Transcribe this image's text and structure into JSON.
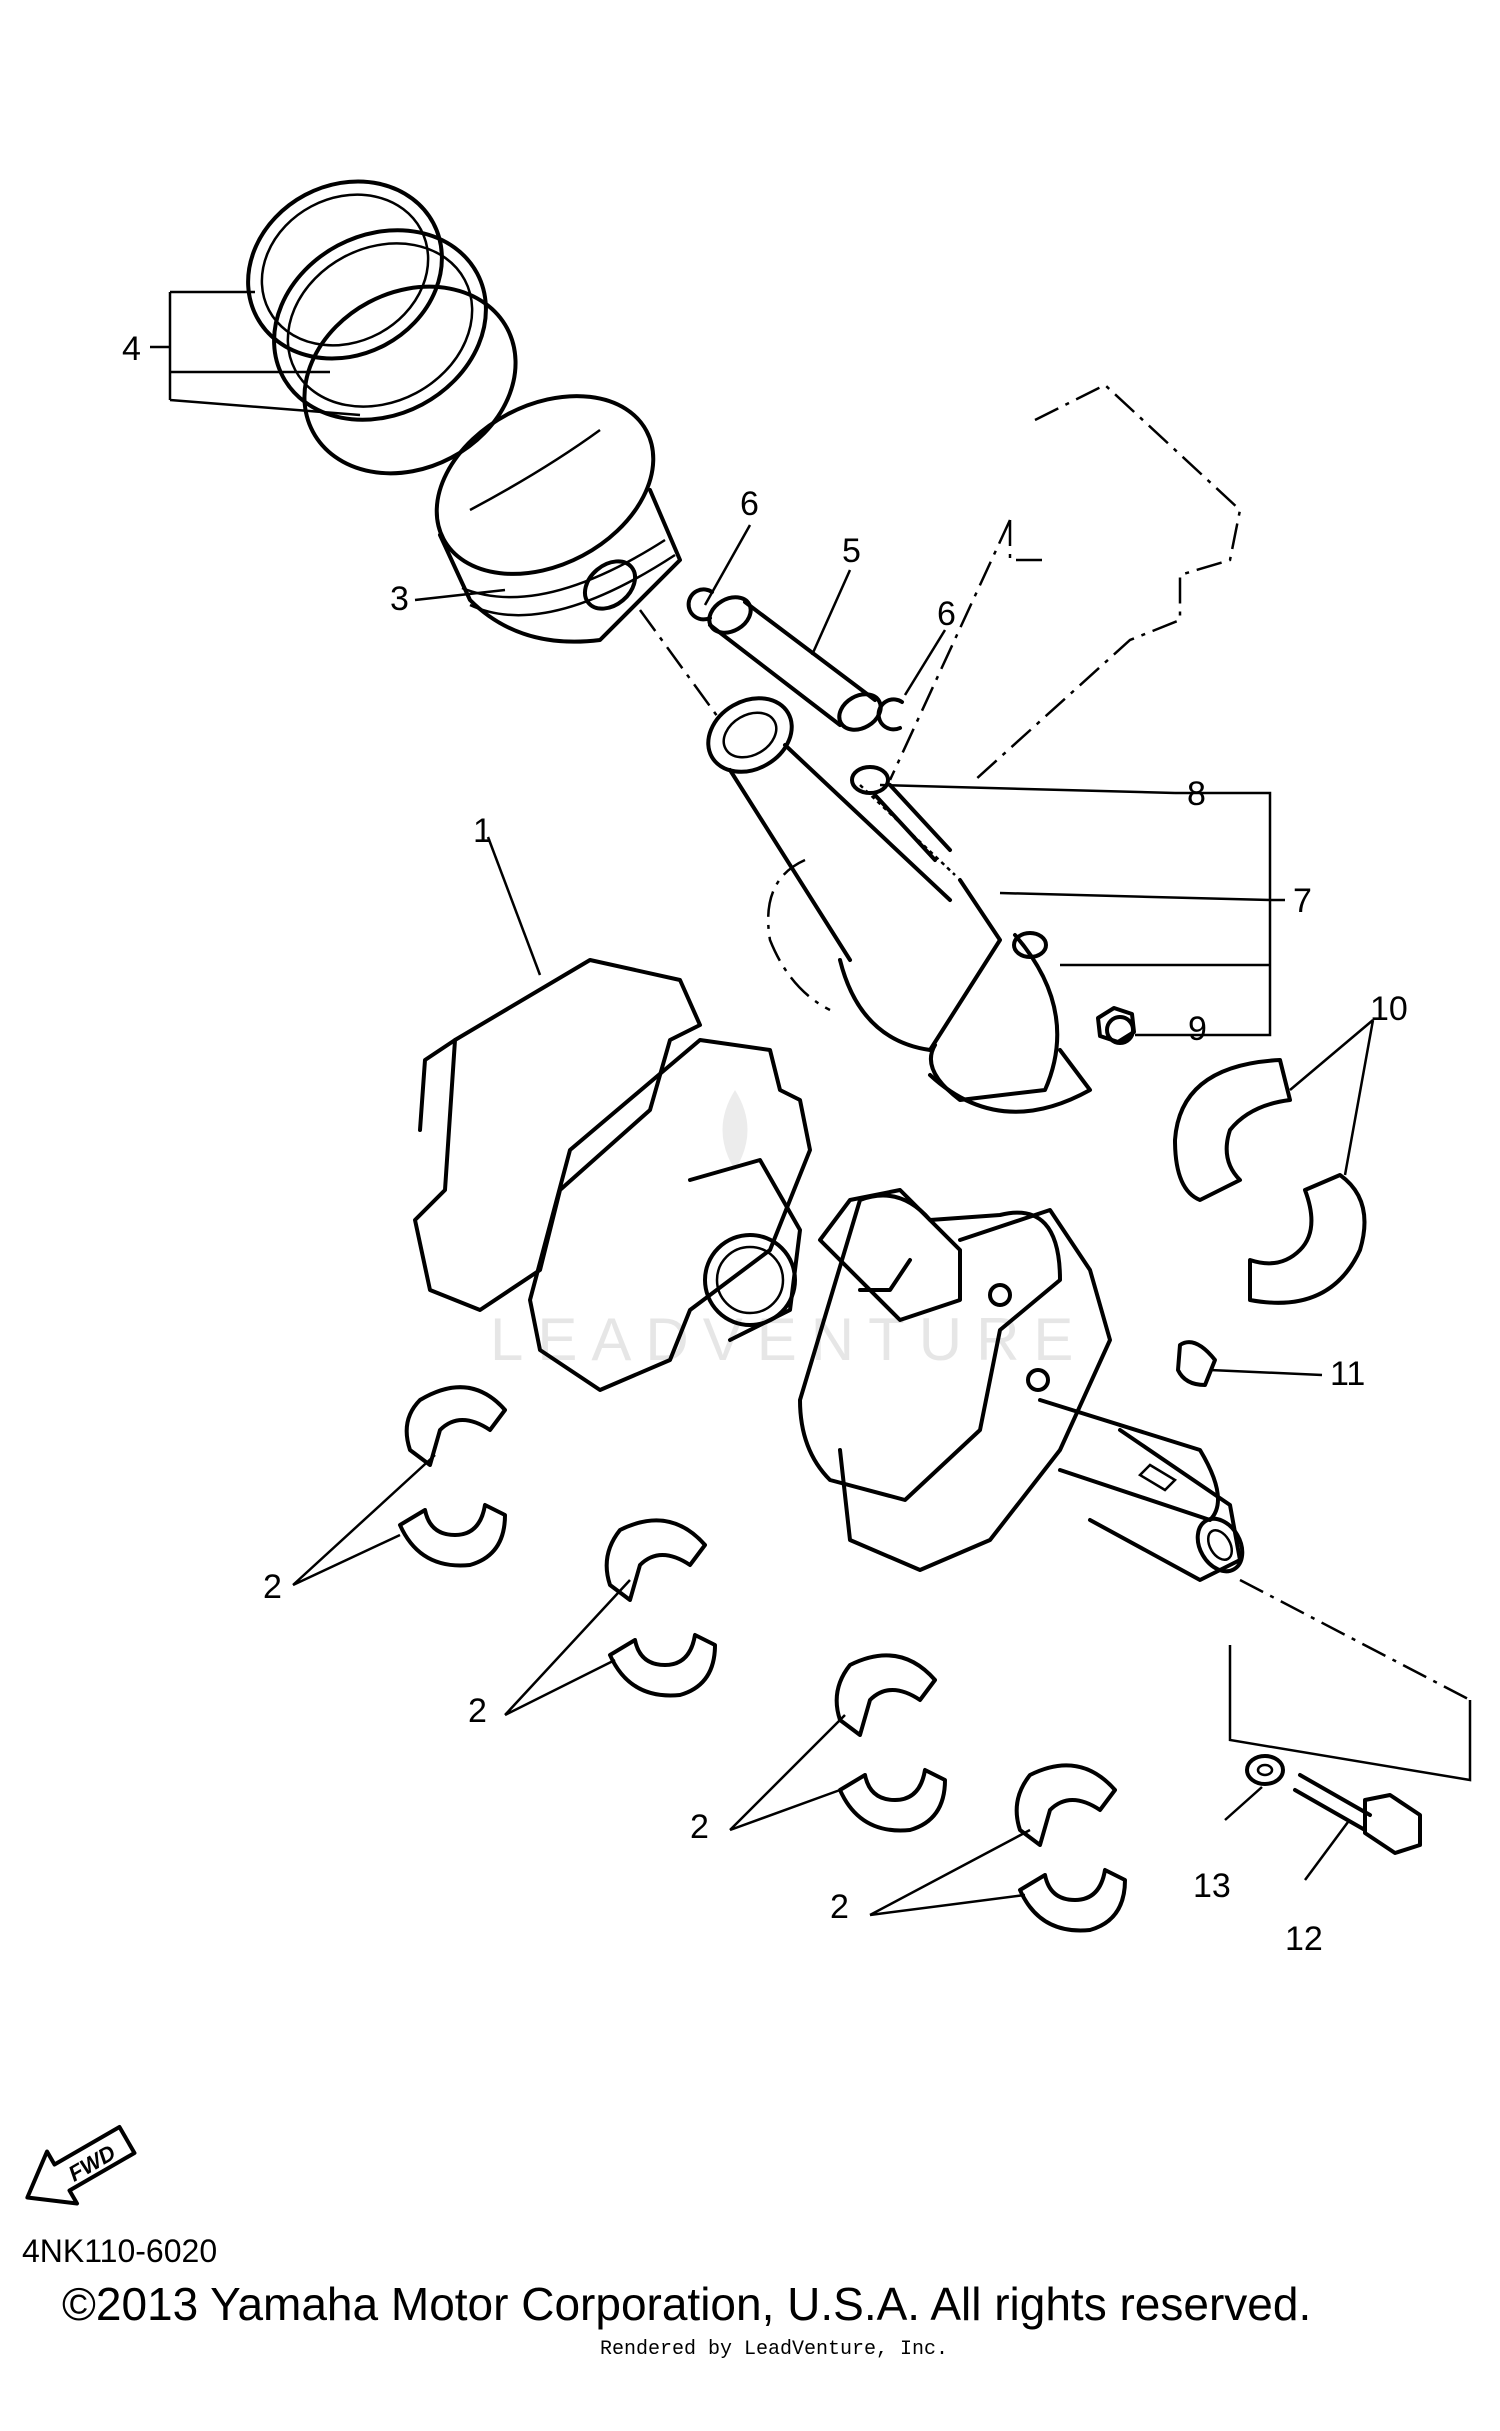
{
  "callouts": {
    "c1": "1",
    "c2": "2",
    "c3": "3",
    "c4": "4",
    "c5": "5",
    "c6": "6",
    "c7": "7",
    "c8": "8",
    "c9": "9",
    "c10": "10",
    "c11": "11",
    "c12": "12",
    "c13": "13"
  },
  "fwd_label": "FWD",
  "watermark": "LEADVENTURE",
  "doc_code": "4NK110-6020",
  "copyright": "©2013 Yamaha Motor Corporation, U.S.A. All rights reserved.",
  "rendered_by": "Rendered by LeadVenture, Inc."
}
